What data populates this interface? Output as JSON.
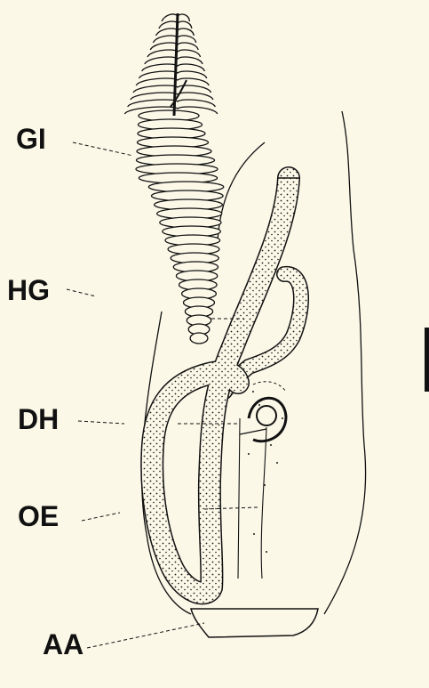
{
  "labels": {
    "gi": "GI",
    "hg": "HG",
    "dh": "DH",
    "oe": "OE",
    "aa": "AA"
  },
  "colors": {
    "background": "#fbf8e8",
    "ink": "#111111",
    "stipple": "#1a1a1a"
  }
}
